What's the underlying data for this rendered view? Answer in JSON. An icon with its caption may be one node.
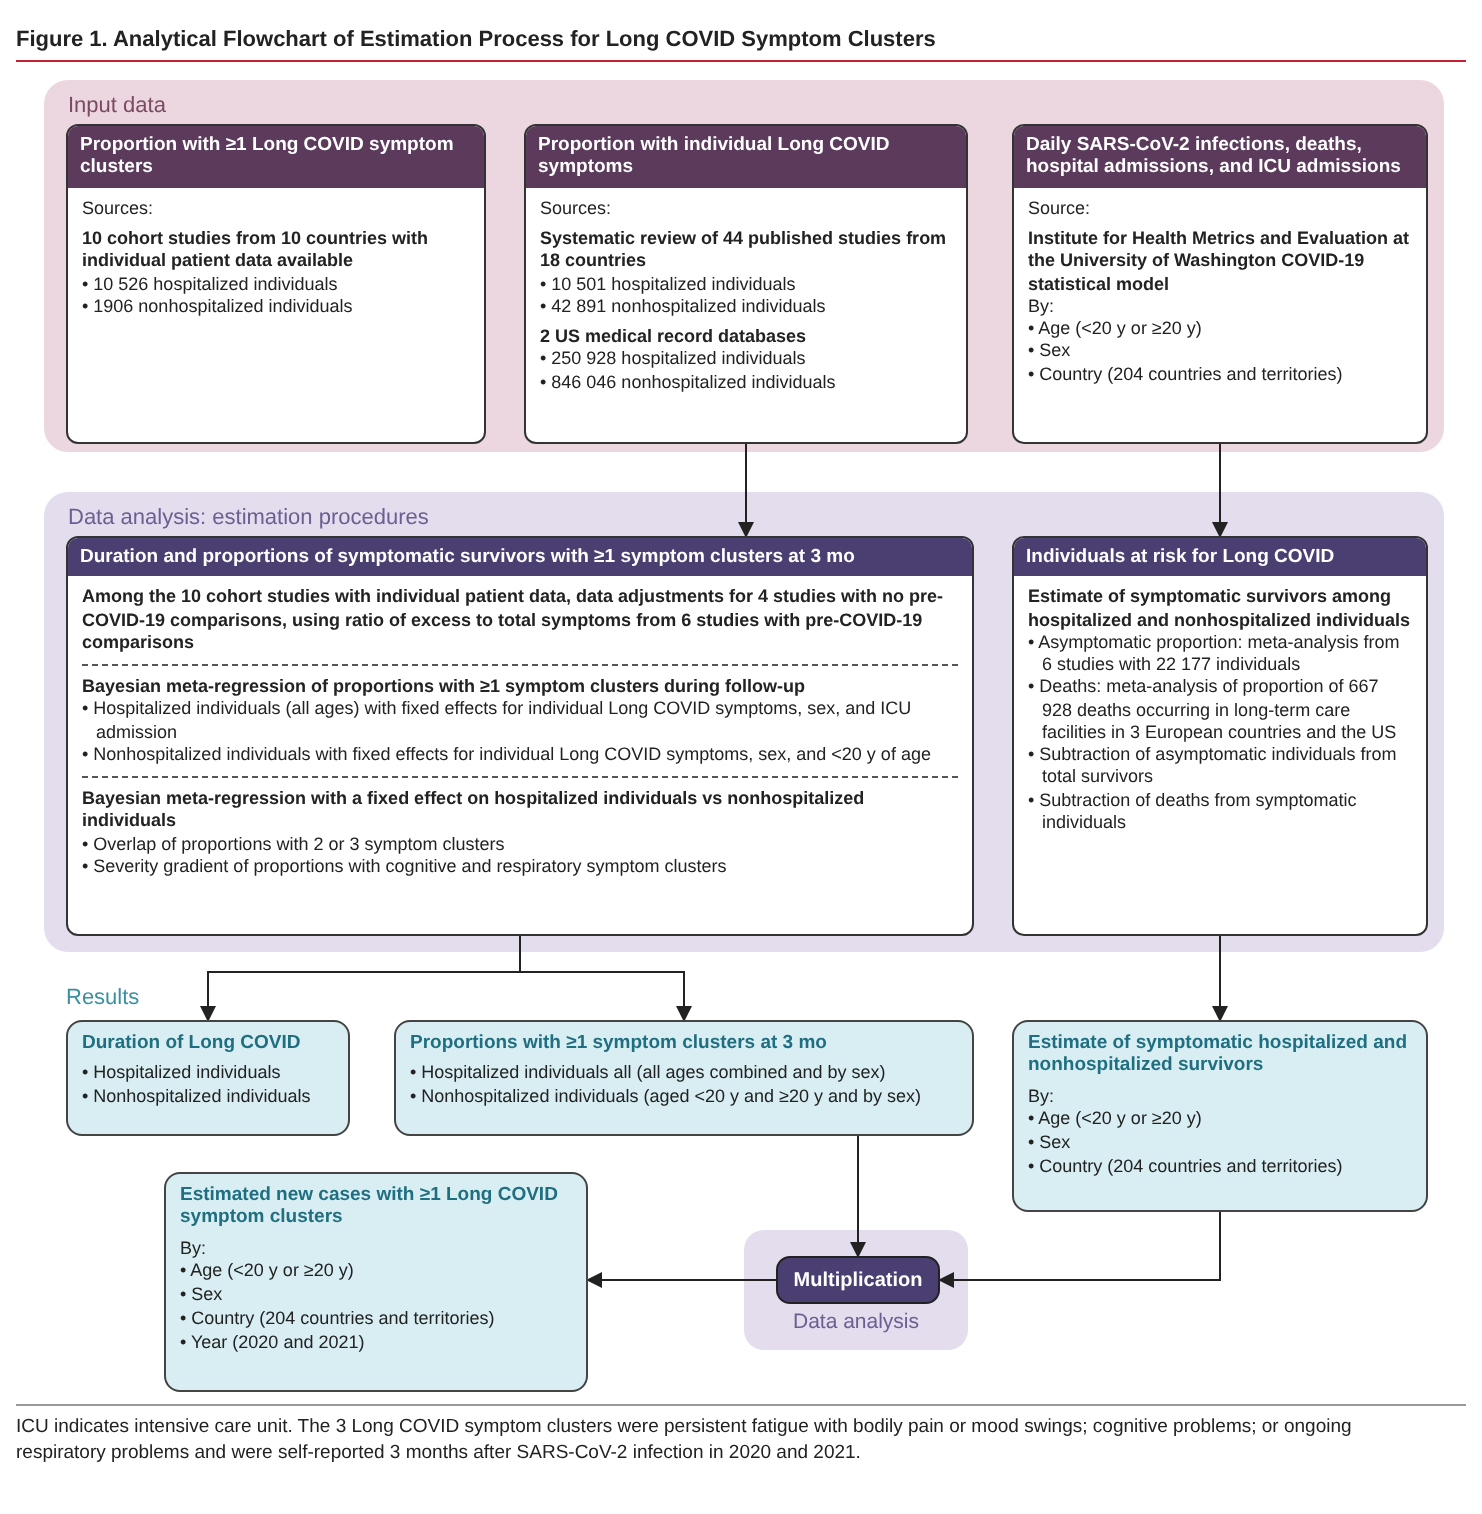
{
  "diagram": {
    "title": "Figure 1. Analytical Flowchart of Estimation Process for Long COVID Symptom Clusters",
    "caption": "ICU indicates intensive care unit. The 3 Long COVID symptom clusters were persistent fatigue with bodily pain or mood swings; cognitive problems; or ongoing respiratory problems and were self-reported 3 months after SARS-CoV-2 infection in 2020 and 2021.",
    "nodes": [
      {
        "text": [
          "Input data"
        ]
      },
      {
        "text": [
          "Proportion with ≥1 Long COVID symptom clusters",
          "Sources:",
          "10 cohort studies from 10 countries with individual patient data available",
          "• 10 526 hospitalized individuals",
          "• 1906 nonhospitalized individuals"
        ],
        "in": 0
      },
      {
        "text": [
          "Proportion with individual Long COVID symptoms",
          "Sources:",
          "Systematic review of 44 published studies from 18 countries",
          "• 10 501 hospitalized individuals",
          "• 42 891 nonhospitalized individuals",
          "2 US medical record databases",
          "• 250 928 hospitalized individuals",
          "• 846 046 nonhospitalized individuals"
        ],
        "in": 0
      },
      {
        "text": [
          "Daily SARS-CoV-2 infections, deaths, hospital admissions, and ICU admissions",
          "Source:",
          "Institute for Health Metrics and Evaluation at the University of Washington COVID-19 statistical model",
          "By:",
          "• Age (<20 y or ≥20 y)",
          "• Sex",
          "• Country (204 countries and territories)"
        ],
        "in": 0
      },
      {
        "text": [
          "Data analysis: estimation procedures"
        ]
      },
      {
        "text": [
          "Duration and proportions of symptomatic survivors with ≥1 symptom clusters at 3 mo",
          "Among the 10 cohort studies with individual patient data, data adjustments for 4 studies with no pre-COVID-19 comparisons, using ratio of excess to total symptoms from 6 studies with pre-COVID-19 comparisons",
          "Bayesian meta-regression of proportions with ≥1 symptom clusters during follow-up",
          "• Hospitalized individuals (all ages) with fixed effects for individual Long COVID symptoms, sex, and ICU admission",
          "• Nonhospitalized individuals with fixed effects for individual Long COVID symptoms, sex, and <20 y of age",
          "Bayesian meta-regression with a fixed effect on hospitalized individuals vs nonhospitalized individuals",
          "• Overlap of proportions with 2 or 3 symptom clusters",
          "• Severity gradient of proportions with cognitive and respiratory symptom clusters"
        ],
        "in": 4
      },
      {
        "text": [
          "Individuals at risk for Long COVID",
          "Estimate of symptomatic survivors among hospitalized and nonhospitalized individuals",
          "• Asymptomatic proportion: meta-analysis from 6 studies with 22 177 individuals",
          "• Deaths: meta-analysis of proportion of 667 928 deaths occurring in long-term care facilities in 3 European countries and the US",
          "• Subtraction of asymptomatic individuals from total survivors",
          "• Subtraction of deaths from symptomatic individuals"
        ],
        "in": 4
      },
      {
        "text": [
          "Duration of Long COVID",
          "• Hospitalized individuals",
          "• Nonhospitalized individuals"
        ]
      },
      {
        "text": [
          "Proportions with ≥1 symptom clusters at 3 mo",
          "• Hospitalized individuals all (all ages combined and by sex)",
          "• Nonhospitalized individuals (aged <20 y and ≥20 y and by sex)"
        ]
      },
      {
        "text": [
          "Estimate of symptomatic hospitalized and nonhospitalized survivors",
          "By:",
          "• Age (<20 y or ≥20 y)",
          "• Sex",
          "• Country (204 countries and territories)"
        ]
      },
      {
        "text": [
          "Estimated new cases with ≥1 Long COVID symptom clusters",
          "By:",
          "• Age (<20 y or ≥20 y)",
          "• Sex",
          "• Country (204 countries and territories)",
          "• Year (2020 and 2021)"
        ]
      },
      {
        "text": [
          "Data analysis"
        ]
      },
      {
        "text": [
          "Multiplication"
        ],
        "in": 11
      }
    ],
    "edges": [
      {
        "from": 2,
        "to": 5,
        "arrow": "to"
      },
      {
        "from": 3,
        "to": 6,
        "arrow": "to"
      },
      {
        "from": 5,
        "to": 7,
        "arrow": "to"
      },
      {
        "from": 5,
        "to": 8,
        "arrow": "to"
      },
      {
        "from": 6,
        "to": 9,
        "arrow": "to"
      },
      {
        "from": 8,
        "to": 12,
        "arrow": "to"
      },
      {
        "from": 9,
        "to": 12,
        "arrow": "to"
      },
      {
        "from": 12,
        "to": 10,
        "arrow": "to"
      }
    ],
    "labels": [
      "Results"
    ]
  }
}
